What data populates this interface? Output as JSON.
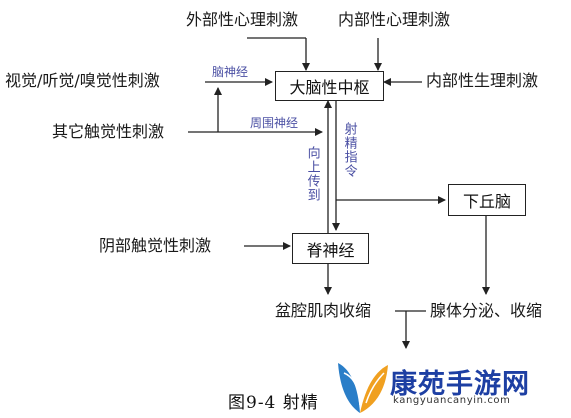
{
  "boxes": {
    "center": "大脑性中枢",
    "hypothalamus": "下丘脑",
    "spinal": "脊神经"
  },
  "inputs": {
    "external_psych": "外部性心理刺激",
    "internal_psych": "内部性心理刺激",
    "senses": "视觉/听觉/嗅觉性刺激",
    "internal_physio": "内部性生理刺激",
    "other_touch": "其它触觉性刺激",
    "genital_touch": "阴部触觉性刺激"
  },
  "paths": {
    "cranial_nerve": "脑神经",
    "peripheral_nerve": "周围神经",
    "upward": "向上传到",
    "ejac_command": "射精指令"
  },
  "outputs": {
    "pelvic": "盆腔肌肉收缩",
    "glands": "腺体分泌、收缩"
  },
  "caption": "图9-4   射精",
  "watermark": {
    "title": "康苑手游网",
    "subtitle": "kangyuancanyin.com"
  }
}
